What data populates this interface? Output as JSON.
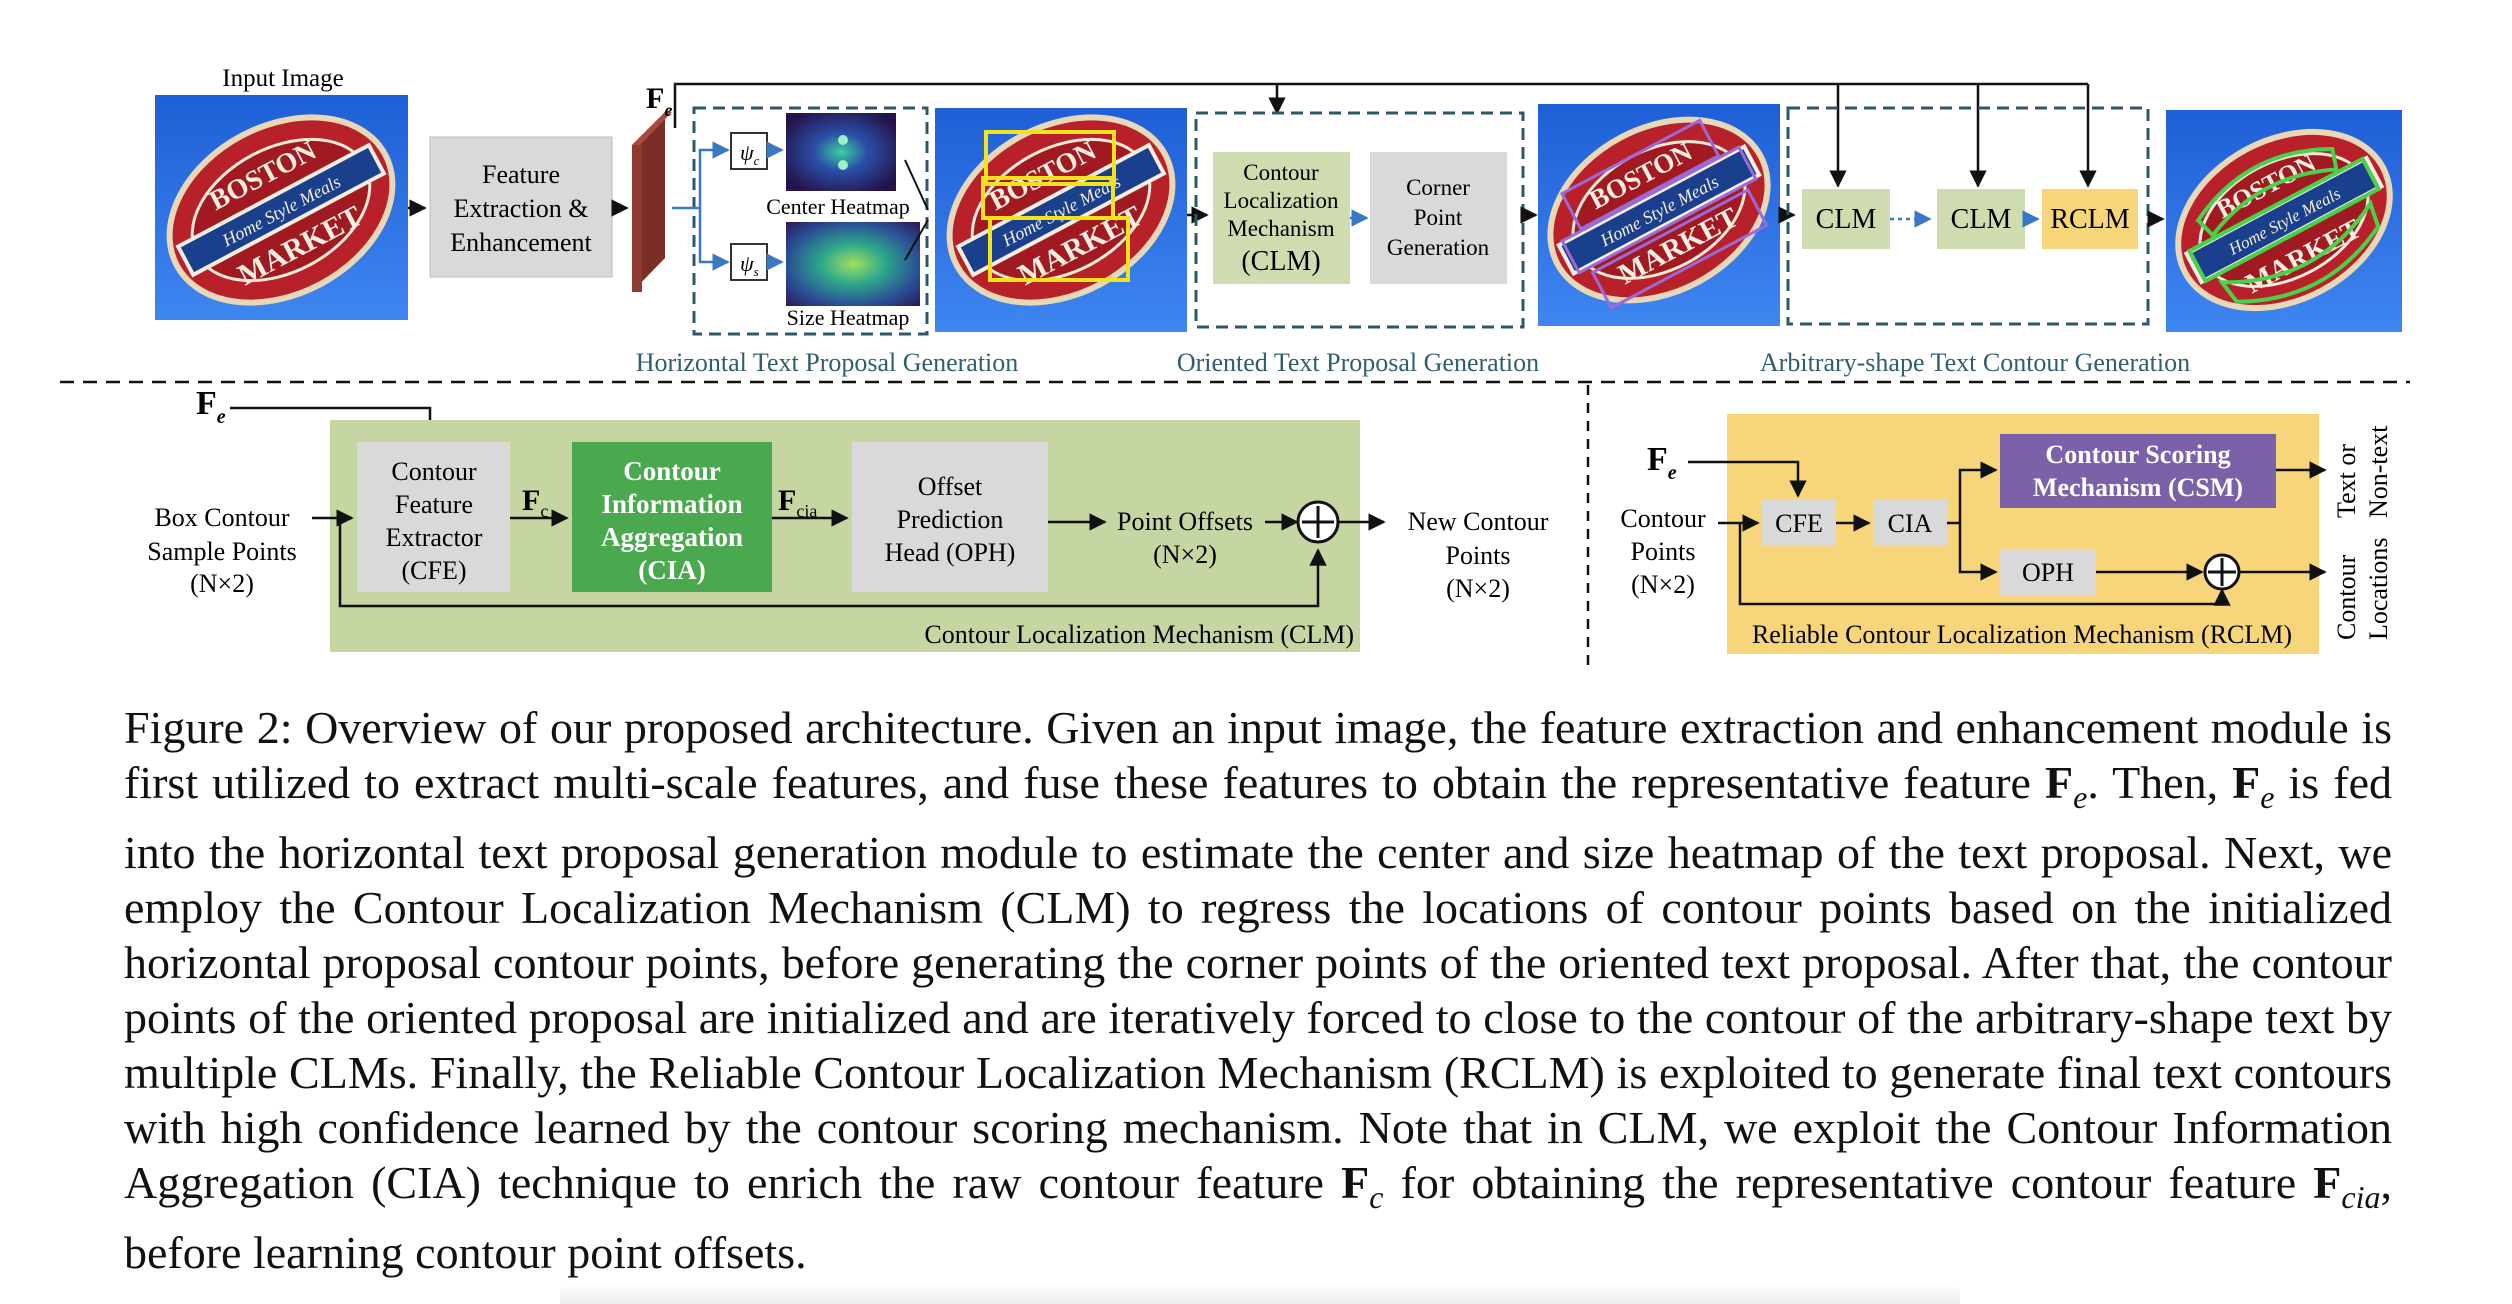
{
  "figure": {
    "input_label": "Input Image",
    "sign_top": "BOSTON",
    "sign_middle": "Home Style Meals",
    "sign_bottom": "MARKET",
    "feature_box": [
      "Feature",
      "Extraction &",
      "Enhancement"
    ],
    "fe_label": "F",
    "fe_sub": "e",
    "psi_c": "ψ",
    "psi_c_sub": "c",
    "psi_s": "ψ",
    "psi_s_sub": "s",
    "center_heatmap": "Center Heatmap",
    "size_heatmap": "Size Heatmap",
    "clm_box": [
      "Contour",
      "Localization",
      "Mechanism",
      "(CLM)"
    ],
    "corner_box": [
      "Corner",
      "Point",
      "Generation"
    ],
    "clm1": "CLM",
    "clm2": "CLM",
    "rclm": "RCLM",
    "stage1": "Horizontal Text Proposal Generation",
    "stage2": "Oriented Text Proposal Generation",
    "stage3": "Arbitrary-shape Text Contour Generation",
    "clm_detail": {
      "input": [
        "Box Contour",
        "Sample Points",
        "(N×2)"
      ],
      "cfe": [
        "Contour",
        "Feature",
        "Extractor",
        "(CFE)"
      ],
      "fc": "F",
      "fc_sub": "c",
      "cia": [
        "Contour",
        "Information",
        "Aggregation",
        "(CIA)"
      ],
      "fcia": "F",
      "fcia_sub": "cia",
      "oph": [
        "Offset",
        "Prediction",
        "Head (OPH)"
      ],
      "offsets": [
        "Point Offsets",
        "(N×2)"
      ],
      "output": [
        "New Contour",
        "Points",
        "(N×2)"
      ],
      "title": "Contour Localization Mechanism (CLM)"
    },
    "rclm_detail": {
      "input": [
        "Contour",
        "Points",
        "(N×2)"
      ],
      "cfe": "CFE",
      "cia": "CIA",
      "csm": [
        "Contour Scoring",
        "Mechanism (CSM)"
      ],
      "oph": "OPH",
      "out_text": [
        "Text or",
        "Non-text"
      ],
      "out_loc": [
        "Contour",
        "Locations"
      ],
      "title": "Reliable Contour Localization Mechanism (RCLM)"
    }
  },
  "caption": "Figure 2: Overview of our proposed architecture. Given an input image, the feature extraction and enhancement module is first utilized to extract multi-scale features, and fuse these features to obtain the representative feature Fe. Then, Fe is fed into the horizontal text proposal generation module to estimate the center and size heatmap of the text proposal. Next, we employ the Contour Localization Mechanism (CLM) to regress the locations of contour points based on the initialized horizontal proposal contour points, before generating the corner points of the oriented text proposal. After that, the contour points of the oriented proposal are initialized and are iteratively forced to close to the contour of the arbitrary-shape text by multiple CLMs. Finally, the Reliable Contour Localization Mechanism (RCLM) is exploited to generate final text contours with high confidence learned by the contour scoring mechanism. Note that in CLM, we exploit the Contour Information Aggregation (CIA) technique to enrich the raw contour feature Fc for obtaining the representative contour feature Fcia, before learning contour point offsets.",
  "caption_parts": {
    "p1": "Figure 2: Overview of our proposed architecture. Given an input image, the feature extraction and enhancement module is first utilized to extract multi-scale features, and fuse these features to obtain the representative feature ",
    "m1": "F",
    "m1s": "e",
    "p2": ". Then, ",
    "m2": "F",
    "m2s": "e",
    "p3": " is fed into the horizontal text proposal generation module to estimate the center and size heatmap of the text proposal. Next, we employ the Contour Localization Mechanism (CLM) to regress the locations of contour points based on the initialized horizontal proposal contour points, before generating the corner points of the oriented text proposal. After that, the contour points of the oriented proposal are initialized and are iteratively forced to close to the contour of the arbitrary-shape text by multiple CLMs. Finally, the Reliable Contour Localization Mechanism (RCLM) is exploited to generate final text contours with high confidence learned by the contour scoring mechanism. Note that in CLM, we exploit the Contour Information Aggregation (CIA) technique to enrich the raw contour feature ",
    "m3": "F",
    "m3s": "c",
    "p4": " for obtaining the representative contour feature ",
    "m4": "F",
    "m4s": "cia",
    "p5": ", before learning contour point offsets."
  }
}
